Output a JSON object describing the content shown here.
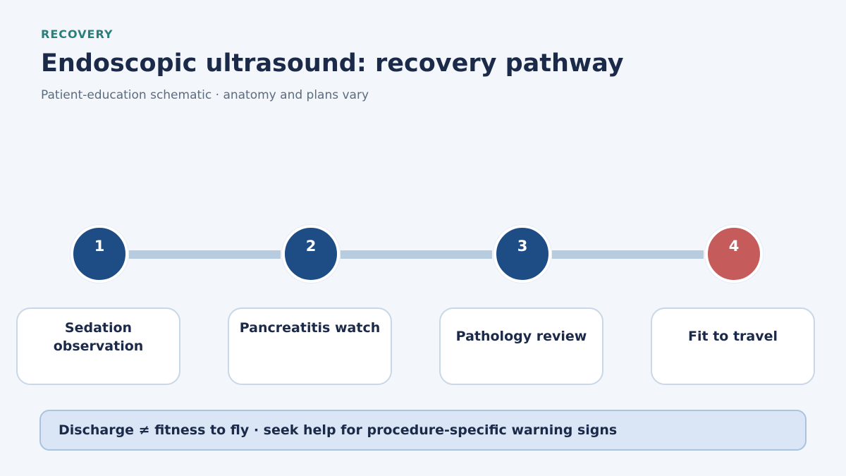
{
  "header": {
    "eyebrow": "RECOVERY",
    "title": "Endoscopic ultrasound: recovery pathway",
    "subtitle": "Patient-education schematic · anatomy and plans vary"
  },
  "steps": [
    {
      "number": "1",
      "label": "Sedation observation"
    },
    {
      "number": "2",
      "label": "Pancreatitis watch"
    },
    {
      "number": "3",
      "label": "Pathology review"
    },
    {
      "number": "4",
      "label": "Fit to travel"
    }
  ],
  "banner": {
    "text": "Discharge ≠ fitness to fly · seek help for procedure-specific warning signs"
  },
  "colors": {
    "accent": "#2a7f7b",
    "step": "#1e4d86",
    "final_step": "#c65b5b",
    "connector": "#b8cce0"
  }
}
